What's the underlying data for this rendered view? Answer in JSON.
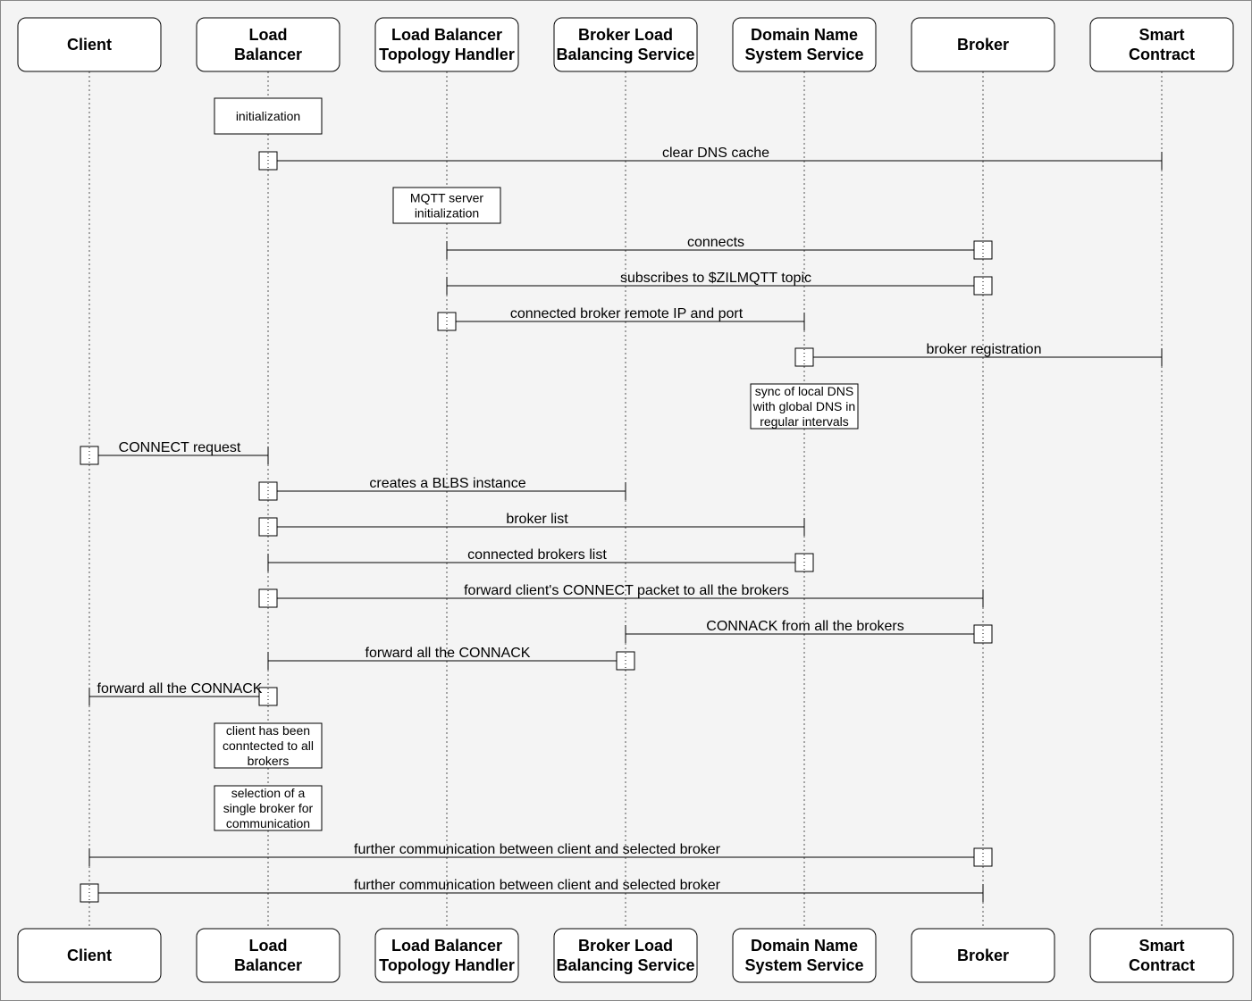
{
  "participants": [
    {
      "id": "client",
      "label": [
        "Client"
      ]
    },
    {
      "id": "load-balancer",
      "label": [
        "Load",
        "Balancer"
      ]
    },
    {
      "id": "lb-topology-handler",
      "label": [
        "Load Balancer",
        "Topology Handler"
      ]
    },
    {
      "id": "blbs",
      "label": [
        "Broker Load",
        "Balancing Service"
      ]
    },
    {
      "id": "dns",
      "label": [
        "Domain Name",
        "System Service"
      ]
    },
    {
      "id": "broker",
      "label": [
        "Broker"
      ]
    },
    {
      "id": "smart-contract",
      "label": [
        "Smart",
        "Contract"
      ]
    }
  ],
  "steps": [
    {
      "kind": "note",
      "on": "load-balancer",
      "lines": [
        "initialization"
      ]
    },
    {
      "kind": "message",
      "from": "load-balancer",
      "to": "smart-contract",
      "label": "clear DNS cache"
    },
    {
      "kind": "note",
      "on": "lb-topology-handler",
      "lines": [
        "MQTT server",
        "initialization"
      ]
    },
    {
      "kind": "message",
      "from": "broker",
      "to": "lb-topology-handler",
      "label": "connects"
    },
    {
      "kind": "message",
      "from": "broker",
      "to": "lb-topology-handler",
      "label": "subscribes to $ZILMQTT topic"
    },
    {
      "kind": "message",
      "from": "lb-topology-handler",
      "to": "dns",
      "label": "connected broker remote IP and port"
    },
    {
      "kind": "message",
      "from": "dns",
      "to": "smart-contract",
      "label": "broker registration"
    },
    {
      "kind": "note",
      "on": "dns",
      "lines": [
        "sync of local DNS",
        "with global DNS in",
        "regular intervals"
      ]
    },
    {
      "kind": "message",
      "from": "client",
      "to": "load-balancer",
      "label": "CONNECT request"
    },
    {
      "kind": "message",
      "from": "load-balancer",
      "to": "blbs",
      "label": "creates a BLBS instance"
    },
    {
      "kind": "message",
      "from": "load-balancer",
      "to": "dns",
      "label": "broker list"
    },
    {
      "kind": "message",
      "from": "dns",
      "to": "load-balancer",
      "label": "connected brokers list"
    },
    {
      "kind": "message",
      "from": "load-balancer",
      "to": "broker",
      "label": "forward client's CONNECT packet to all the brokers"
    },
    {
      "kind": "message",
      "from": "broker",
      "to": "blbs",
      "label": "CONNACK from all the brokers"
    },
    {
      "kind": "message",
      "from": "blbs",
      "to": "load-balancer",
      "label": "forward all the CONNACK"
    },
    {
      "kind": "message",
      "from": "load-balancer",
      "to": "client",
      "label": "forward all the CONNACK"
    },
    {
      "kind": "note",
      "on": "load-balancer",
      "lines": [
        "client has been",
        "conntected to all",
        "brokers"
      ]
    },
    {
      "kind": "note",
      "on": "load-balancer",
      "lines": [
        "selection of a",
        "single broker for",
        "communication"
      ]
    },
    {
      "kind": "message",
      "from": "broker",
      "to": "client",
      "label": "further communication between client and selected broker"
    },
    {
      "kind": "message",
      "from": "client",
      "to": "broker",
      "label": "further communication between client and selected broker"
    }
  ]
}
